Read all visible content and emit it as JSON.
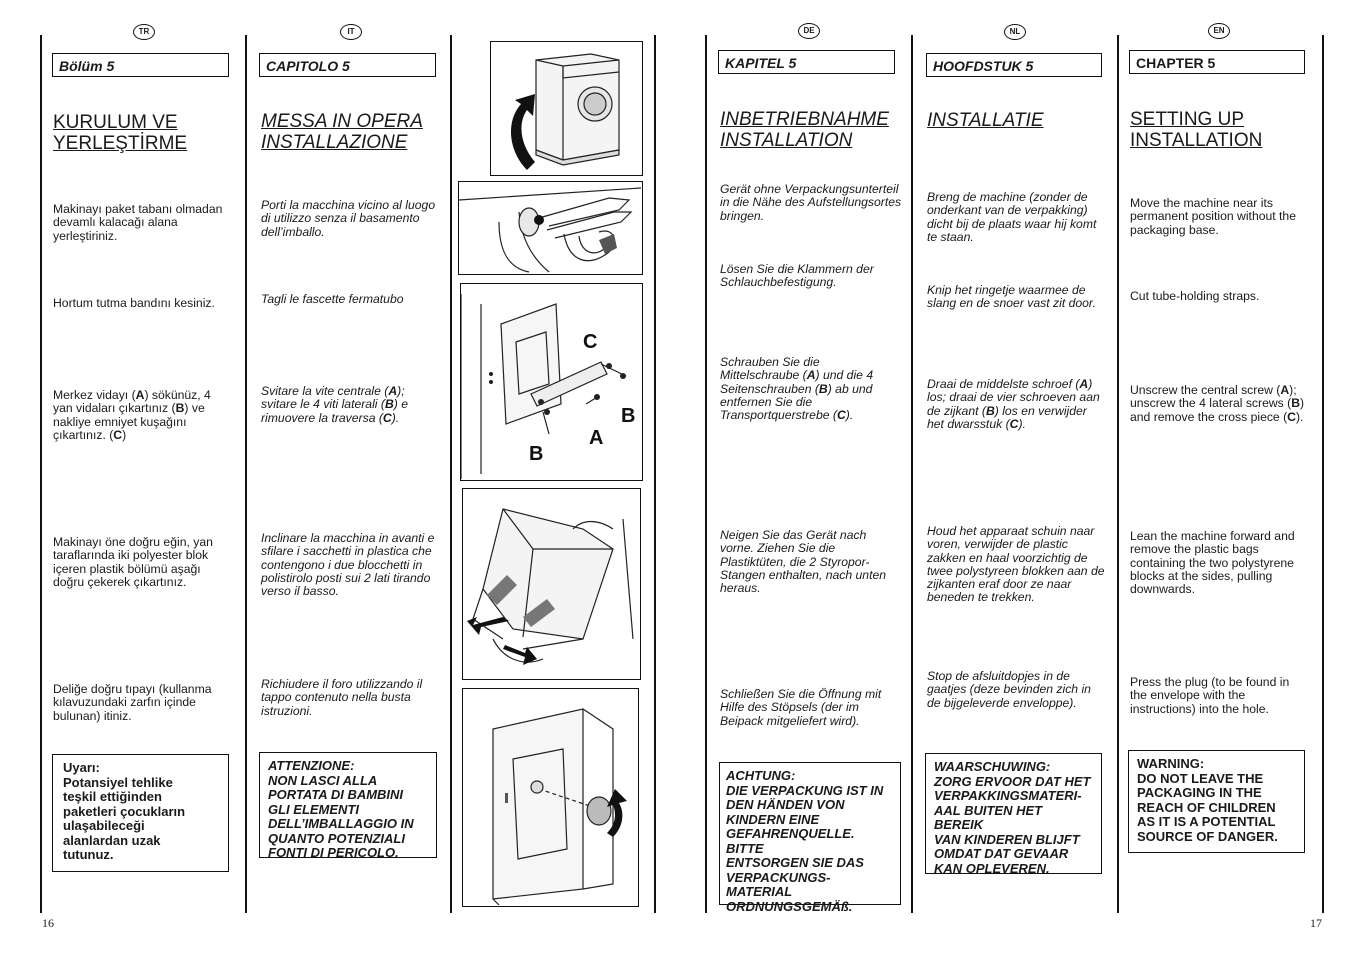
{
  "pages": {
    "left": "16",
    "right": "17"
  },
  "columns": {
    "tr": {
      "flag": "TR",
      "chapter": "Bölüm 5",
      "title": [
        "KURULUM VE",
        "YERLEŞTİRME"
      ],
      "steps": [
        "Makinayı paket tabanı olmadan devamlı kalacağı alana yerleştiriniz.",
        "Hortum tutma bandını kesiniz.",
        [
          "Merkez vidayı (",
          "A",
          ") sökünüz, 4 yan vidaları çıkartınız (",
          "B",
          ") ve nakliye emniyet kuşağını çıkartınız. (",
          "C",
          ")"
        ],
        "Makinayı öne doğru eğin, yan taraflarında iki polyester blok içeren plastik bölümü aşağı doğru çekerek çıkartınız.",
        "Deliğe doğru tıpayı (kullanma kılavuzundaki zarfın içinde bulunan) itiniz."
      ],
      "warning": [
        "Uyarı:",
        "Potansiyel tehlike",
        "teşkil ettiğinden",
        "paketleri çocukların",
        "ulaşabileceği",
        "alanlardan uzak",
        "tutunuz."
      ]
    },
    "it": {
      "flag": "IT",
      "chapter": "CAPITOLO 5",
      "title": [
        "MESSA IN OPERA",
        "INSTALLAZIONE"
      ],
      "steps": [
        "Porti la macchina vicino al luogo di utilizzo senza il basamento dell’imballo.",
        "Tagli le fascette fermatubo",
        [
          "Svitare la vite centrale (",
          "A",
          "); svitare le 4 viti laterali (",
          "B",
          ") e rimuovere la traversa (",
          "C",
          ")."
        ],
        "Inclinare la macchina in avanti e sfilare i sacchetti in plastica che contengono i due blocchetti in polistirolo posti sui 2 lati tirando verso il basso.",
        "Richiudere il foro utilizzando il tappo contenuto nella busta istruzioni."
      ],
      "warning": [
        "ATTENZIONE:",
        "NON LASCI ALLA",
        "PORTATA DI BAMBINI",
        "GLI ELEMENTI",
        "DELL’IMBALLAGGIO IN",
        "QUANTO POTENZIALI",
        "FONTI DI PERICOLO."
      ]
    },
    "de": {
      "flag": "DE",
      "chapter": "KAPITEL 5",
      "title": [
        "INBETRIEBNAHME",
        "INSTALLATION"
      ],
      "steps": [
        "Gerät ohne Verpackungsunterteil in die Nähe des Aufstellungsortes bringen.",
        "Lösen Sie die Klammern der Schlauchbefestigung.",
        [
          "Schrauben Sie die Mittelschraube (",
          "A",
          ") und die 4 Seitenschrauben (",
          "B",
          ") ab und entfernen Sie die Transportquerstrebe (",
          "C",
          ")."
        ],
        "Neigen Sie das Gerät nach vorne. Ziehen Sie die Plastiktüten, die 2 Styropor-Stangen enthalten, nach unten heraus.",
        "Schließen Sie die Öffnung mit Hilfe des Stöpsels (der im Beipack mitgeliefert wird)."
      ],
      "warning": [
        "ACHTUNG:",
        "DIE VERPACKUNG IST IN",
        "DEN HÄNDEN VON",
        "KINDERN EINE",
        "GEFAHRENQUELLE. BITTE",
        "ENTSORGEN SIE DAS",
        "VERPACKUNGS-",
        "MATERIAL",
        "ORDNUNGSGEMÄß."
      ]
    },
    "nl": {
      "flag": "NL",
      "chapter": "HOOFDSTUK 5",
      "title": [
        "INSTALLATIE"
      ],
      "steps": [
        "Breng de machine (zonder de onderkant van de verpakking) dicht bij de plaats waar hij komt te staan.",
        "Knip het ringetje waarmee de slang en de snoer vast zit door.",
        [
          "Draai de middelste schroef (",
          "A",
          ") los; draai de vier schroeven aan de zijkant (",
          "B",
          ") los en verwijder het dwarsstuk (",
          "C",
          ")."
        ],
        "Houd het apparaat schuin naar voren, verwijder de plastic zakken en haal voorzichtig de twee polystyreen blokken aan de zijkanten eraf door ze naar beneden te trekken.",
        "Stop de afsluitdopjes in de gaatjes (deze bevinden zich in de bijgeleverde enveloppe)."
      ],
      "warning": [
        "WAARSCHUWING:",
        "ZORG ERVOOR DAT HET",
        "VERPAKKINGSMATERI-",
        "AAL BUITEN HET BEREIK",
        "VAN KINDEREN BLIJFT",
        "OMDAT DAT GEVAAR",
        "KAN OPLEVEREN."
      ]
    },
    "en": {
      "flag": "EN",
      "chapter": "CHAPTER 5",
      "title": [
        "SETTING UP",
        "INSTALLATION"
      ],
      "steps": [
        "Move the machine near its permanent position without the packaging base.",
        "Cut tube-holding straps.",
        [
          "Unscrew the central screw (",
          "A",
          "); unscrew the 4 lateral screws (",
          "B",
          ") and remove the cross piece (",
          "C",
          ")."
        ],
        "Lean the machine forward and remove the plastic bags containing the two polystyrene blocks at the sides, pulling downwards.",
        "Press the plug (to be found in the envelope with the instructions) into the hole."
      ],
      "warning": [
        "WARNING:",
        "DO NOT LEAVE THE",
        "PACKAGING IN THE",
        "REACH OF CHILDREN",
        "AS IT IS A POTENTIAL",
        "SOURCE OF DANGER."
      ]
    }
  },
  "figure_labels": {
    "a": "A",
    "b": "B",
    "c": "C"
  }
}
